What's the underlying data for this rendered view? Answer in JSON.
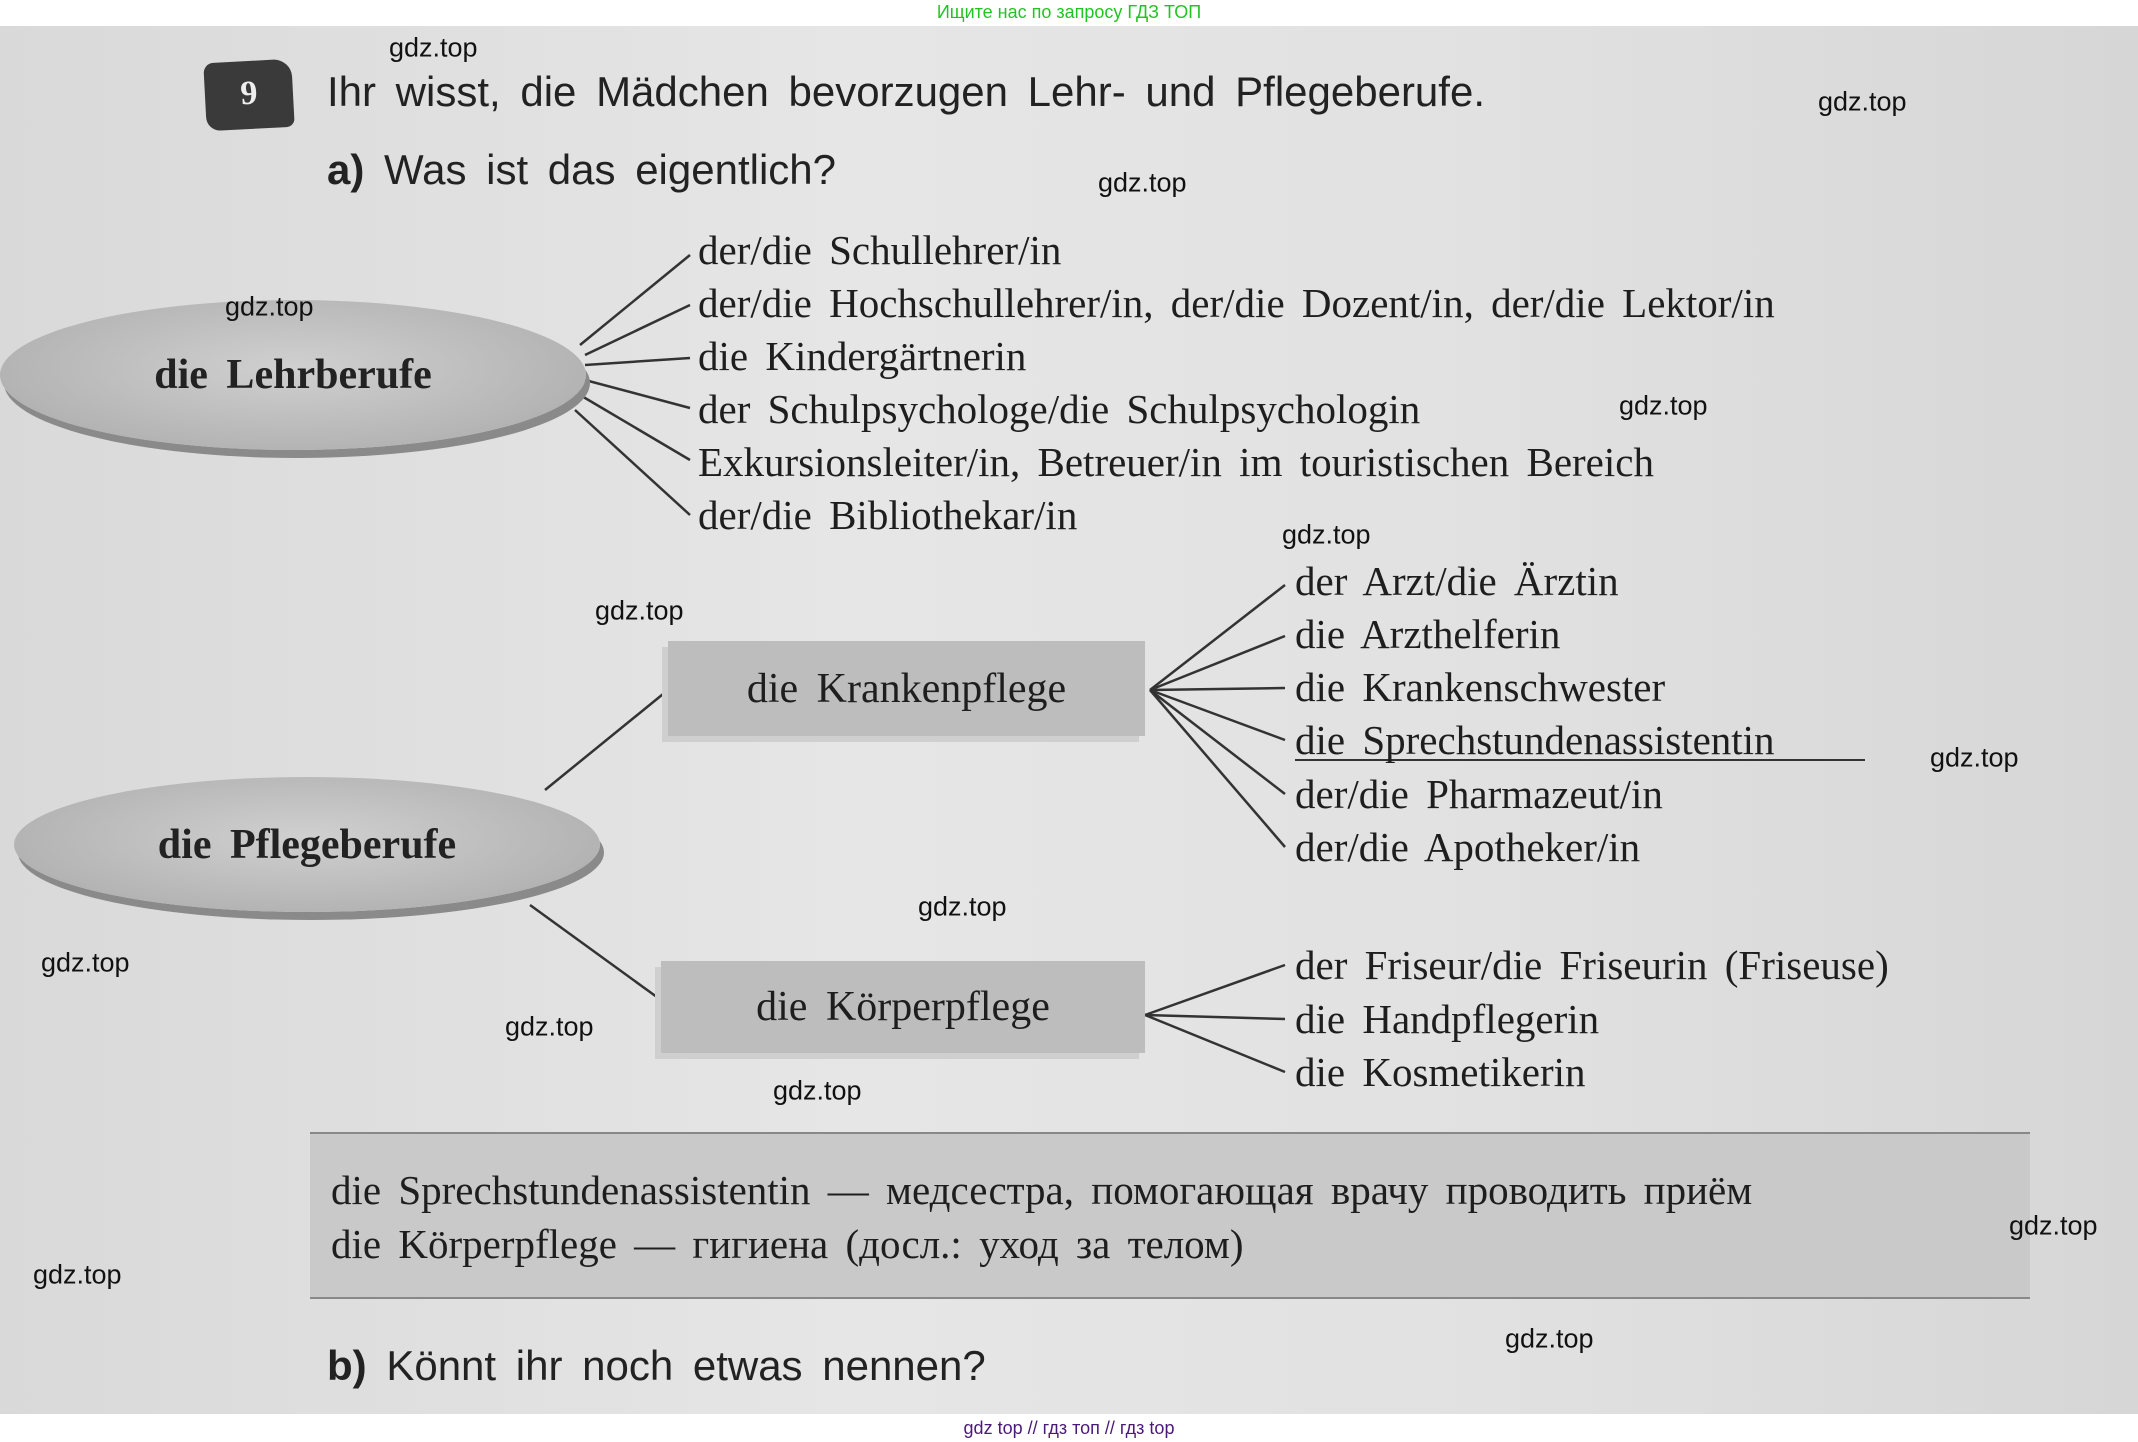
{
  "banner": "Ищите нас по запросу ГДЗ ТОП",
  "footer": "gdz top  //  гдз топ  //  гдз top",
  "exercise_number": "9",
  "title": "Ihr wisst, die Mädchen bevorzugen Lehr- und Pflegeberufe.",
  "part_a": {
    "label": "a)",
    "text": "Was ist das eigentlich?"
  },
  "lehrberufe": {
    "label": "die Lehrberufe",
    "items": [
      "der/die Schullehrer/in",
      "der/die Hochschullehrer/in, der/die Dozent/in, der/die Lektor/in",
      "die Kindergärtnerin",
      "der Schulpsychologe/die Schulpsychologin",
      "Exkursionsleiter/in, Betreuer/in im touristischen Bereich",
      "der/die Bibliothekar/in"
    ]
  },
  "pflegeberufe": {
    "label": "die Pflegeberufe",
    "krankenpflege": {
      "label": "die Krankenpflege",
      "items": [
        "der Arzt/die Ärztin",
        "die Arzthelferin",
        "die Krankenschwester",
        "die Sprechstundenassistentin",
        "der/die Pharmazeut/in",
        "der/die Apotheker/in"
      ]
    },
    "koerperpflege": {
      "label": "die Körperpflege",
      "items": [
        "der Friseur/die Friseurin (Friseuse)",
        "die Handpflegerin",
        "die Kosmetikerin"
      ]
    }
  },
  "notes": [
    "die Sprechstundenassistentin — медсестра, помогающая врачу проводить приём",
    "die Körperpflege — гигиена (досл.: уход за телом)"
  ],
  "part_b": {
    "label": "b)",
    "text": "Könnt ihr noch etwas nennen?"
  },
  "watermark": "gdz.top"
}
